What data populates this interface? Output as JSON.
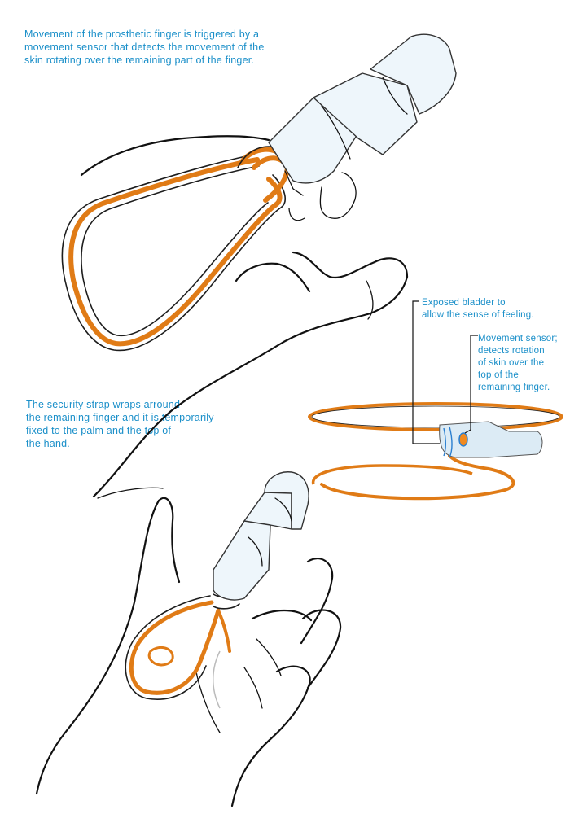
{
  "captions": {
    "top": "Movement of the prosthetic finger is triggered by a\nmovement sensor that detects the movement of the\nskin rotating over the remaining part of the finger.",
    "bladder": "Exposed bladder to\nallow the sense of feeling.",
    "sensor": "Movement sensor;\ndetects rotation\nof skin over the\ntop of the\nremaining finger.",
    "strap": "The security strap wraps arround\nthe remaining finger and it is temporarily\nfixed to the palm and the top of\nthe hand."
  },
  "colors": {
    "text": "#1a8fc9",
    "strap": "#e07b16",
    "line": "#111111",
    "prosthetic": "#eef6fb",
    "sensor_accent": "#2a7fd0"
  }
}
